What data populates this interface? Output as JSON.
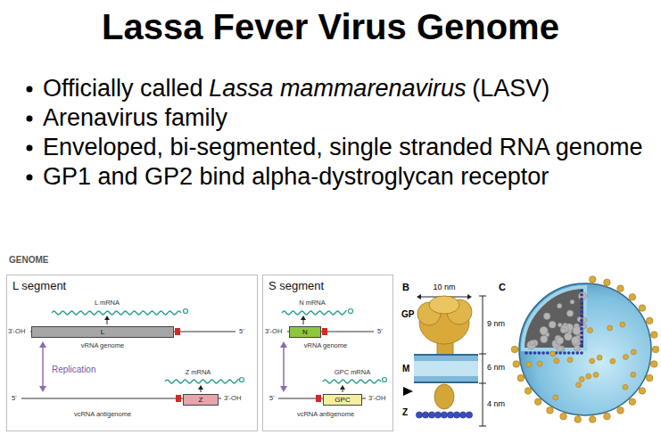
{
  "diagram": {
    "title": "Lassa Fever Virus Genome",
    "nodes": [
      {
        "text": [
          "L segment"
        ]
      },
      {
        "text": [
          "L"
        ],
        "in": 0
      },
      {
        "text": [
          "Z"
        ],
        "in": 0
      },
      {
        "text": [
          "S segment"
        ]
      },
      {
        "text": [
          "N"
        ],
        "in": 3
      },
      {
        "text": [
          "GPC"
        ],
        "in": 3
      }
    ],
    "labels": [
      "Officially called",
      "Lassa mammarenavirus",
      "(LASV)",
      "Arenavirus family",
      "Enveloped, bi-segmented, single stranded RNA genome",
      "GP1 and GP2 bind alpha-dystroglycan receptor",
      "GENOME",
      "L mRNA",
      "3'-OH",
      "vRNA genome",
      "5'",
      "Replication",
      "Z mRNA",
      "5'",
      "vcRNA antigenome",
      "3'-OH",
      "N mRNA",
      "3'-OH",
      "vRNA genome",
      "5'",
      "GPC mRNA",
      "5'",
      "vcRNA antigenome",
      "3'-OH",
      "B",
      "10 nm",
      "C",
      "GP",
      "9 nm",
      "M",
      "6 nm",
      "4 nm",
      "Z"
    ]
  }
}
